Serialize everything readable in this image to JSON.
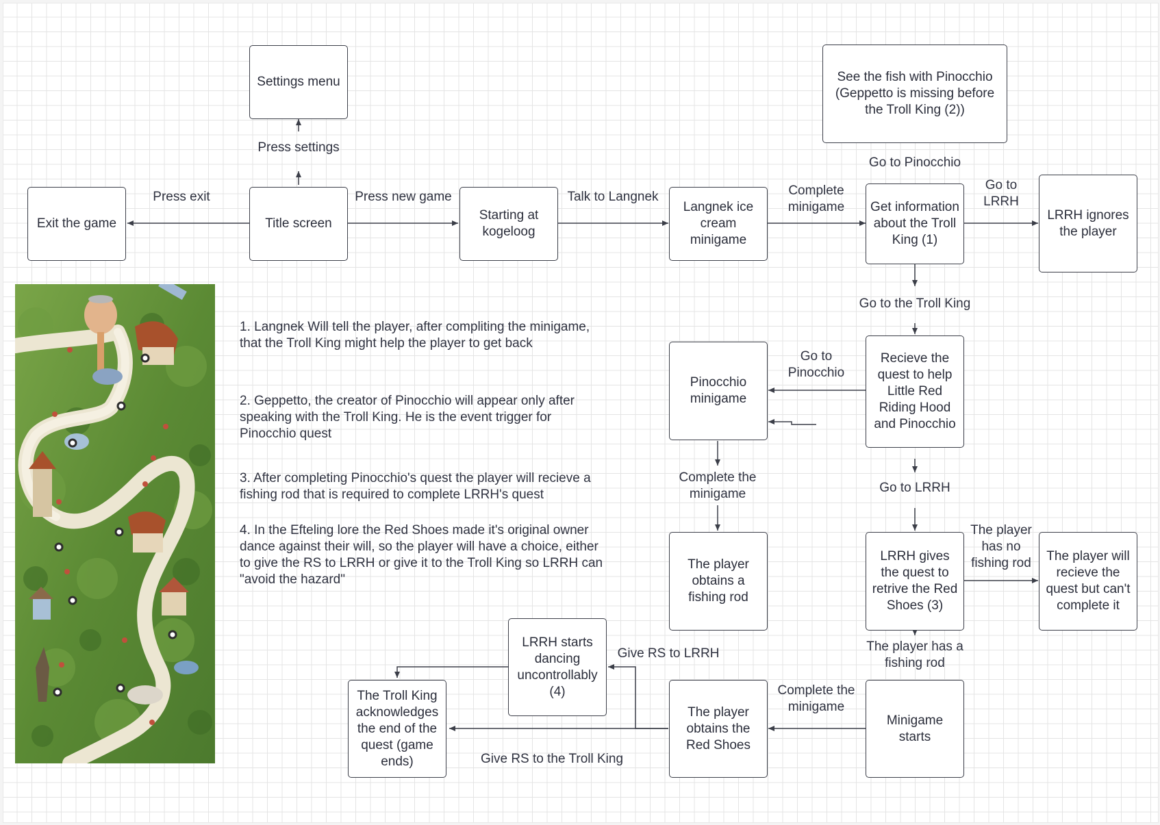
{
  "nodes": {
    "settings": "Settings menu",
    "exit": "Exit the game",
    "title": "Title screen",
    "start": "Starting at kogeloog",
    "langnek": "Langnek ice cream minigame",
    "info": "Get information about the Troll King (1)",
    "fish": "See the fish with Pinocchio (Geppetto is missing before the Troll King (2))",
    "ignore": "LRRH ignores the player",
    "quest": "Recieve the quest to help Little Red Riding Hood and Pinocchio",
    "pinocchio": "Pinocchio minigame",
    "rod": "The player obtains a fishing rod",
    "lrrh_quest": "LRRH gives the quest to retrive the Red Shoes (3)",
    "cant": "The player will recieve the quest but can't complete it",
    "minigame": "Minigame starts",
    "shoes": "The player obtains the Red Shoes",
    "dance": "LRRH starts dancing uncontrollably (4)",
    "end": "The Troll King acknowledges the end of the quest (game ends)"
  },
  "edges": {
    "press_settings": "Press settings",
    "press_exit": "Press exit",
    "press_new_game": "Press new game",
    "talk_langnek": "Talk to Langnek",
    "complete_minigame_1": "Complete minigame",
    "go_pinocchio_1": "Go to Pinocchio",
    "go_lrrh_1": "Go to LRRH",
    "go_troll_king": "Go to the Troll King",
    "go_pinocchio_2": "Go to Pinocchio",
    "complete_the_minigame_1": "Complete the minigame",
    "go_lrrh_2": "Go to LRRH",
    "no_rod": "The player has no fishing rod",
    "has_rod": "The player has a fishing rod",
    "complete_the_minigame_2": "Complete the minigame",
    "give_rs_lrrh": "Give RS to LRRH",
    "give_rs_troll": "Give RS to the Troll King"
  },
  "notes": [
    "1. Langnek Will tell the player, after compliting the minigame, that the Troll King might help the player to get back",
    "2. Geppetto, the creator of Pinocchio will appear only after speaking with the Troll King. He is the event trigger for Pinocchio quest",
    "3. After completing Pinocchio's quest the player will recieve a fishing rod that is required to complete LRRH's quest",
    "4. In the Efteling lore the Red Shoes made it's original owner dance against their will, so the player will have a choice, either to give the RS to LRRH or give it to the Troll King so LRRH can \"avoid the hazard\""
  ],
  "colors": {
    "line": "#3b3e48",
    "grid": "#e4e4e4",
    "grass": "#5f8f3a",
    "path": "#e9e3d0"
  }
}
